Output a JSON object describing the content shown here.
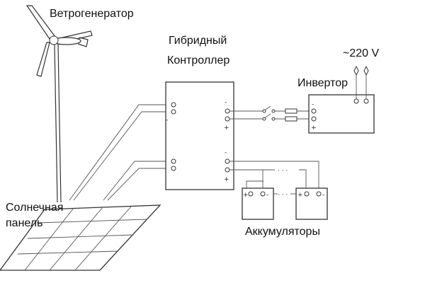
{
  "labels": {
    "wind_generator": "Ветрогенератор",
    "hybrid_line1": "Гибридный",
    "hybrid_line2": "Контроллер",
    "voltage": "~220 V",
    "inverter": "Инвертор",
    "solar_line1": "Солнечная",
    "solar_line2": "панель",
    "batteries": "Аккумуляторы"
  },
  "signs": {
    "minus": "-",
    "plus": "+",
    "dots": "· · ·"
  },
  "colors": {
    "ink": "#333333",
    "background": "#ffffff"
  }
}
